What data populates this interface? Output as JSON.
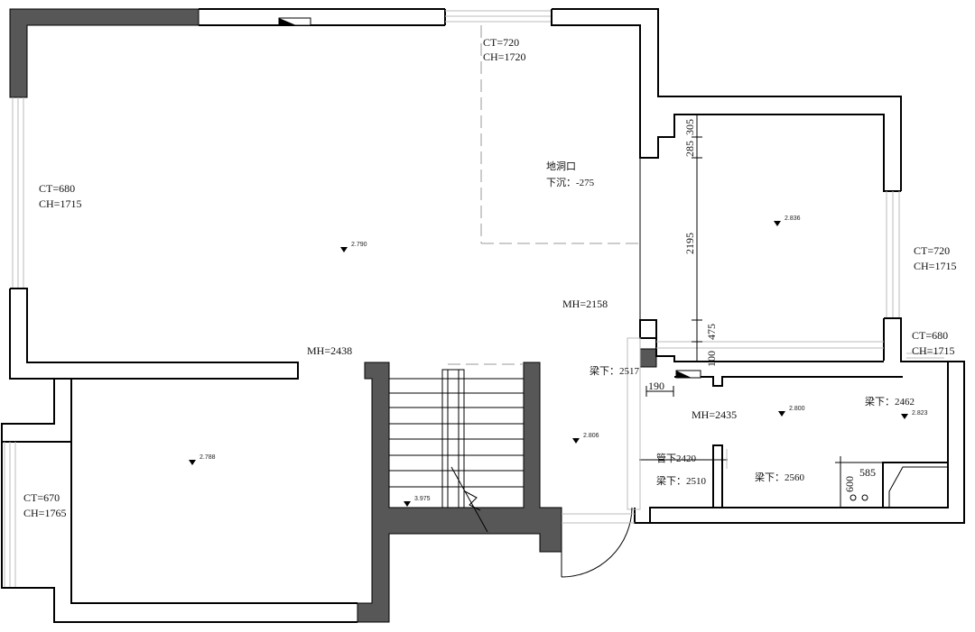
{
  "labels": {
    "ct_720_top": "CT=720",
    "ch_1720_top": "CH=1720",
    "ct_680_left": "CT=680",
    "ch_1715_left": "CH=1715",
    "ct_720_right": "CT=720",
    "ch_1715_right": "CH=1715",
    "ct_680_right": "CT=680",
    "ch_1715_right2": "CH=1715",
    "ct_670": "CT=670",
    "ch_1765": "CH=1765",
    "floor_opening": "地洞口",
    "floor_sink": "下沉：-275",
    "mh_2158": "MH=2158",
    "mh_2438": "MH=2438",
    "mh_2435": "MH=2435",
    "beam_2517": "梁下：2517",
    "beam_2462": "梁下：2462",
    "beam_2510": "梁下：2510",
    "beam_2560": "梁下：2560",
    "pipe_2420": "管下2420"
  },
  "elevations": {
    "living": "2.790",
    "bedroom_right": "2.836",
    "bedroom_left": "2.788",
    "stair": "3.975",
    "hall": "2.806",
    "bath": "2.800",
    "balcony": "2.823"
  },
  "dimensions": {
    "d285": "285",
    "d305": "305",
    "d2195": "2195",
    "d475": "475",
    "d100": "100",
    "d190": "190",
    "d585": "585",
    "d600": "600"
  }
}
